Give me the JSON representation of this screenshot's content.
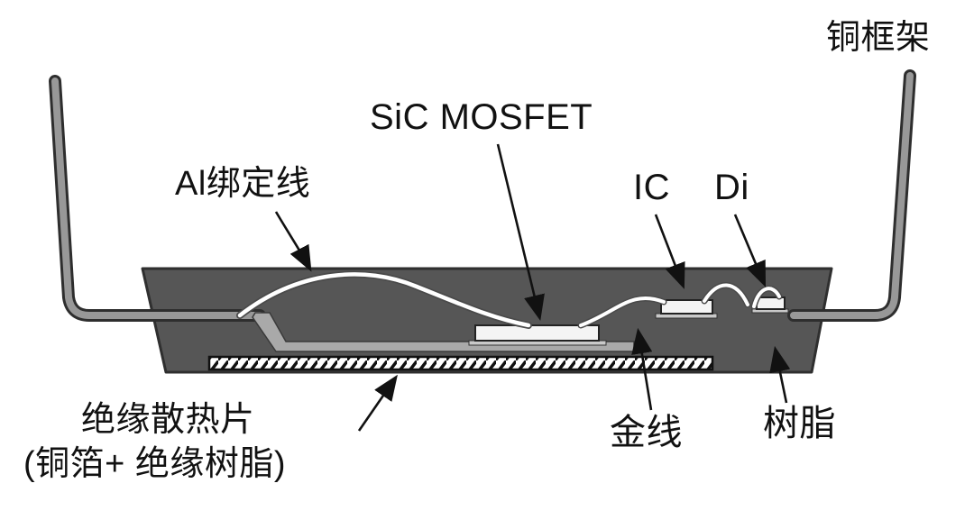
{
  "diagram": {
    "type": "cross-section schematic of SiC MOSFET package",
    "labels": {
      "copper_frame": "铜框架",
      "sic_mosfet": "SiC MOSFET",
      "al_bond_wire": "Al绑定线",
      "ic": "IC",
      "di": "Di",
      "heat_sink_line1": "绝缘散热片",
      "heat_sink_line2": "(铜箔+ 绝缘树脂)",
      "gold_wire": "金线",
      "resin": "树脂"
    },
    "colors": {
      "bg": "#ffffff",
      "text": "#111111",
      "body": "#565656",
      "body_edge": "#2f2f2f",
      "lead_core": "#989898",
      "lead_edge": "#2e2e2e",
      "wire": "#ffffff",
      "wire_edge": "#4a4a4a",
      "die": "#f4f4f4",
      "pad": "#a9a9a9",
      "hatch": "#111111",
      "arrow": "#111111"
    }
  }
}
